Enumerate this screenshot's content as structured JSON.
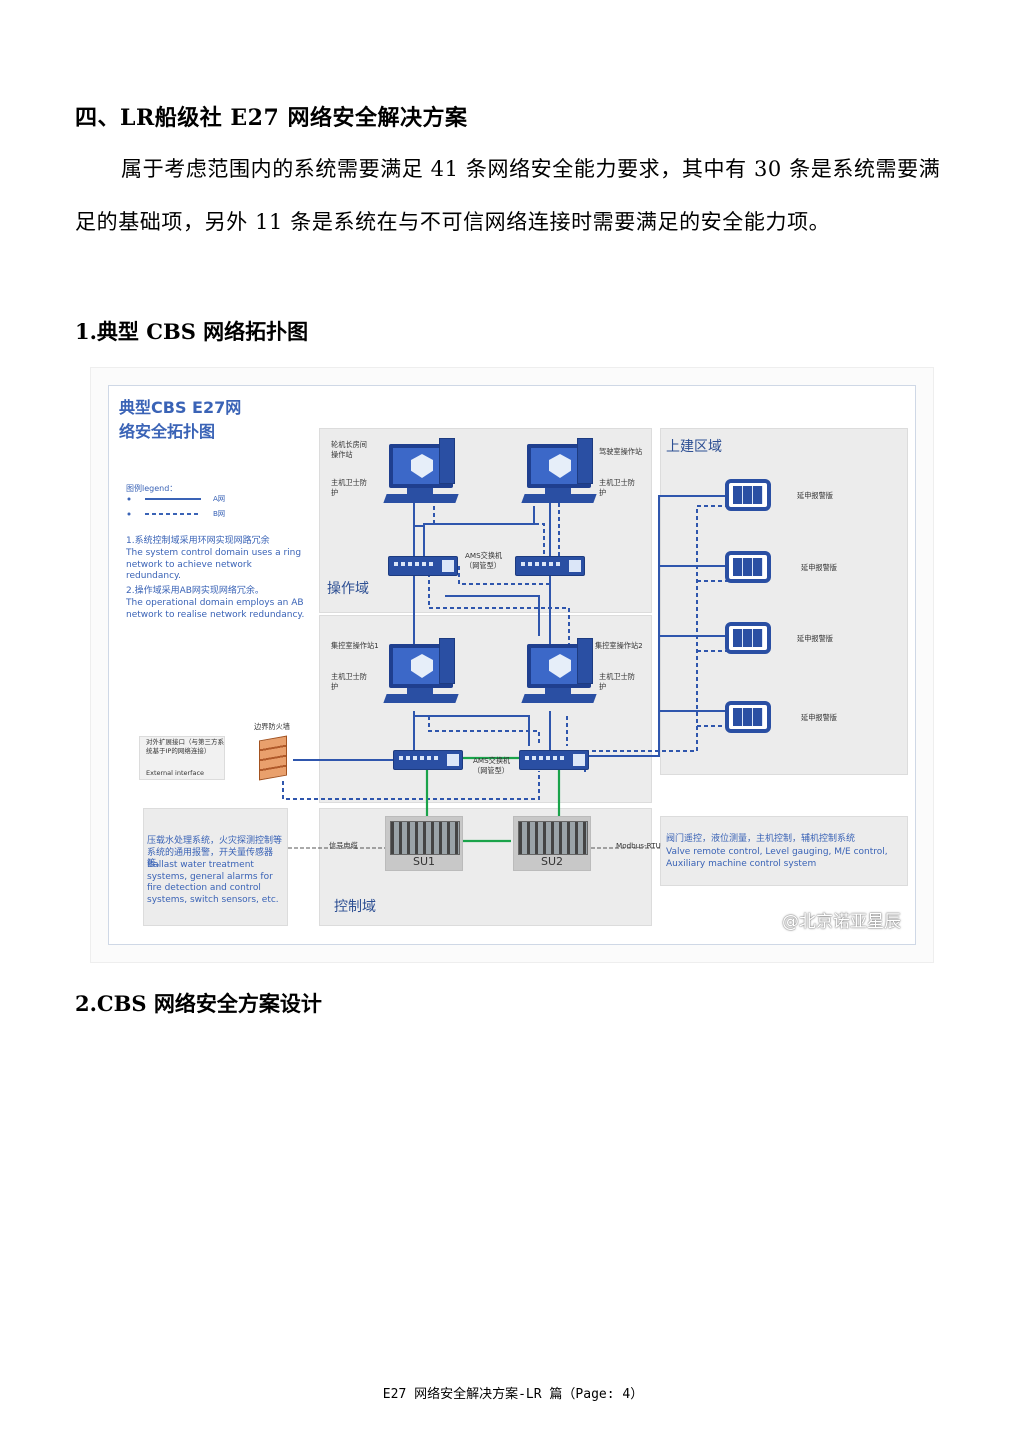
{
  "doc": {
    "heading1": "四、LR船级社 E27 网络安全解决方案",
    "paragraph1": "属于考虑范围内的系统需要满足 41 条网络安全能力要求，其中有 30 条是系统需要满足的基础项，另外 11 条是系统在与不可信网络连接时需要满足的安全能力项。",
    "heading2": "1.典型 CBS 网络拓扑图",
    "heading3": "2.CBS 网络安全方案设计",
    "footer": "E27 网络安全解决方案-LR 篇（Page: 4）"
  },
  "diagram": {
    "title_line1": "典型CBS E27网",
    "title_line2": "络安全拓扑图",
    "legend_title": "图例legend：",
    "legend_a": "A网",
    "legend_b": "B网",
    "note1": "1.系统控制域采用环网实现网路冗余",
    "note1_en": "The system control domain uses a ring network to achieve network redundancy.",
    "note2": "2.操作域采用AB网实现网络冗余。",
    "note2_en": "The operational domain employs an AB network to realise network redundancy.",
    "ops_domain": "操作域",
    "upper_domain": "上建区域",
    "control_domain": "控制域",
    "pc1_label": "轮机长房间操作站",
    "pc2_label": "驾驶室操作站",
    "pc3_label": "集控室操作站1",
    "pc4_label": "集控室操作站2",
    "host_guard": "主机卫士防护",
    "ams_switch": "AMS交换机（网管型）",
    "alarm_panel": "延申报警版",
    "firewall": "边界防火墙",
    "ext_iface": "对外扩展接口（与第三方系统基于IP的网络连接）",
    "ext_iface_en": "External interface",
    "left_sys": "压载水处理系统，火灾探测控制等系统的通用报警，开关量传感器等。",
    "left_sys_en": "Ballast water treatment systems, general alarms for fire detection and control systems, switch sensors, etc.",
    "signal_cable": "信号电缆",
    "modbus": "Modbus-RTU",
    "right_sys": "阀门遥控，液位测量，主机控制，辅机控制系统",
    "right_sys_en": "Valve remote control, Level gauging, M/E control, Auxiliary machine control system",
    "su1": "SU1",
    "su2": "SU2",
    "watermark": "@北京诺亚星辰"
  }
}
